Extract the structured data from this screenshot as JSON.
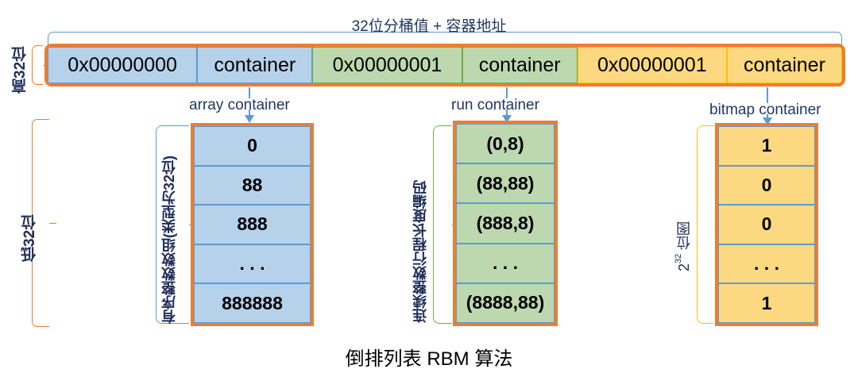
{
  "diagram": {
    "caption": "倒排列表 RBM 算法",
    "top_annotation": "32位分桶值 + 容器地址",
    "side_labels": {
      "high": "高32位",
      "low": "低32位"
    },
    "header_bar": {
      "cells": [
        {
          "text": "0x00000000",
          "color": "#B6D1EA",
          "kind": "bucket"
        },
        {
          "text": "container",
          "color": "#B6D1EA",
          "kind": "pointer"
        },
        {
          "text": "0x00000001",
          "color": "#BDD7AE",
          "kind": "bucket"
        },
        {
          "text": "container",
          "color": "#BDD7AE",
          "kind": "pointer"
        },
        {
          "text": "0x00000001",
          "color": "#FCD980",
          "kind": "bucket"
        },
        {
          "text": "container",
          "color": "#FCD980",
          "kind": "pointer"
        }
      ],
      "border_color": "#ED7D31"
    },
    "containers": [
      {
        "title": "array  container",
        "side_label": "有序整数数组(类型为32位)",
        "fill": "#B6D1EA",
        "bracket_color": "#5B9BD5",
        "rows": [
          "0",
          "88",
          "888",
          ". . .",
          "888888"
        ]
      },
      {
        "title": "run  container",
        "side_label": "连续整数行程长度编码",
        "fill": "#BDD7AE",
        "bracket_color": "#70AD47",
        "rows": [
          "(0,8)",
          "(88,88)",
          "(888,8)",
          ". . .",
          "(8888,88)"
        ]
      },
      {
        "title": "bitmap  container",
        "side_label_main": "位图",
        "side_label_base": "2",
        "side_label_exp": "32",
        "fill": "#FCD980",
        "bracket_color": "#FFC000",
        "rows": [
          "1",
          "0",
          "0",
          ". . .",
          "1"
        ]
      }
    ],
    "colors": {
      "orange_border": "#ED7D31",
      "blue": "#B6D1EA",
      "green": "#BDD7AE",
      "gold": "#FCD980",
      "arrow": "#5B9BD5",
      "text_navy": "#1f3864"
    }
  }
}
